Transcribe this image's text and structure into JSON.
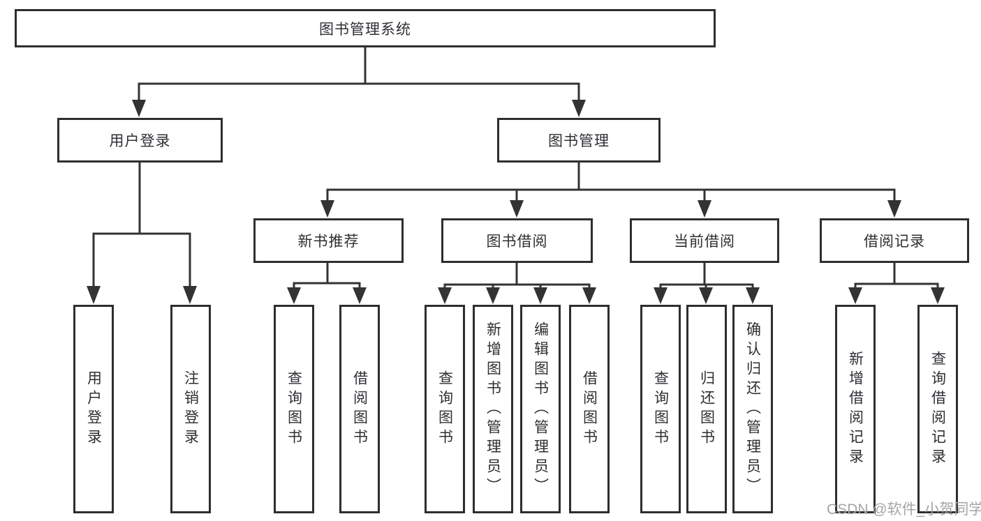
{
  "colors": {
    "background": "#ffffff",
    "box_border": "#2e2e2e",
    "connector_line": "#333333",
    "text": "#2d2f33",
    "watermark": "#a5a5a5"
  },
  "watermark": "CSDN @软件_小贺同学",
  "tree": {
    "root": {
      "label": "图书管理系统",
      "children": [
        {
          "label": "用户登录",
          "children": [
            {
              "label": "用户登录"
            },
            {
              "label": "注销登录"
            }
          ]
        },
        {
          "label": "图书管理",
          "children": [
            {
              "label": "新书推荐",
              "children": [
                {
                  "label": "查询图书"
                },
                {
                  "label": "借阅图书"
                }
              ]
            },
            {
              "label": "图书借阅",
              "children": [
                {
                  "label": "查询图书"
                },
                {
                  "label": "新增图书（管理员）"
                },
                {
                  "label": "编辑图书（管理员）"
                },
                {
                  "label": "借阅图书"
                }
              ]
            },
            {
              "label": "当前借阅",
              "children": [
                {
                  "label": "查询图书"
                },
                {
                  "label": "归还图书"
                },
                {
                  "label": "确认归还（管理员）"
                }
              ]
            },
            {
              "label": "借阅记录",
              "children": [
                {
                  "label": "新增借阅记录"
                },
                {
                  "label": "查询借阅记录"
                }
              ]
            }
          ]
        }
      ]
    }
  }
}
